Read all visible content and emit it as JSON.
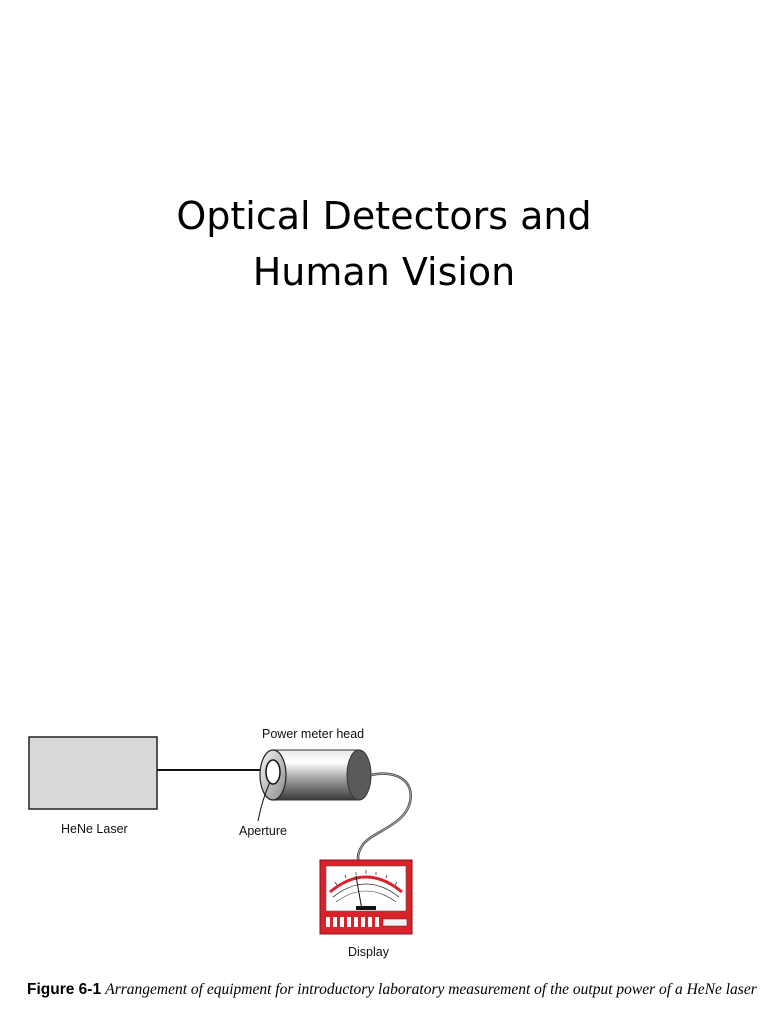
{
  "slide": {
    "title_line1": "Optical Detectors and",
    "title_line2": "Human Vision"
  },
  "figure": {
    "labels": {
      "power_meter_head": "Power meter head",
      "hene_laser": "HeNe Laser",
      "aperture": "Aperture",
      "display": "Display"
    },
    "caption_number": "Figure 6-1",
    "caption_text": "Arrangement of equipment for introductory laboratory measurement of the output power of a HeNe laser"
  },
  "colors": {
    "display_case": "#d8232a",
    "laser_box": "#d9d9d9"
  }
}
